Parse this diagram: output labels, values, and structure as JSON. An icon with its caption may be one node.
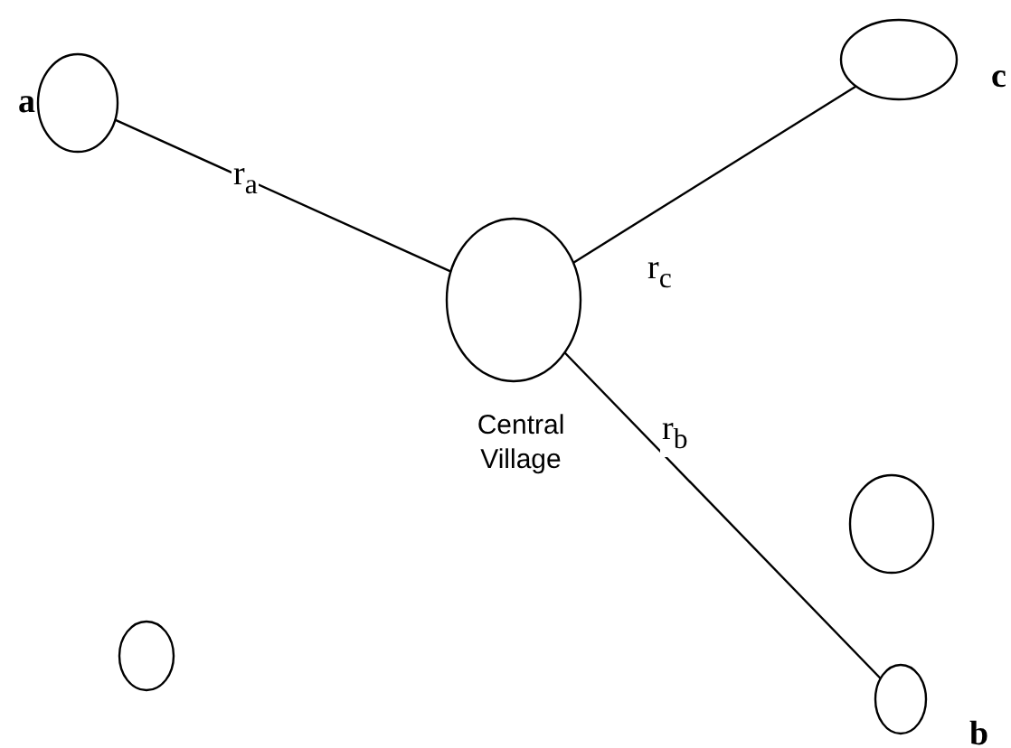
{
  "diagram": {
    "nodes": [
      {
        "text": [],
        "shape": "circle",
        "beside": [
          "a"
        ]
      },
      {
        "text": [],
        "shape": "circle",
        "beside": [
          "c"
        ]
      },
      {
        "text": [],
        "shape": "circle",
        "beside": [
          "Central Village"
        ]
      },
      {
        "text": [],
        "shape": "circle"
      },
      {
        "text": [],
        "shape": "circle"
      },
      {
        "text": [],
        "shape": "circle",
        "beside": [
          "b"
        ]
      }
    ],
    "edges": [
      {
        "from": 2,
        "to": 0,
        "arrow": "none",
        "label": "r$_{a}$"
      },
      {
        "from": 2,
        "to": 1,
        "arrow": "none",
        "label": "r$_{c}$"
      },
      {
        "from": 2,
        "to": 5,
        "arrow": "none",
        "label": "r$_{b}$"
      }
    ]
  }
}
